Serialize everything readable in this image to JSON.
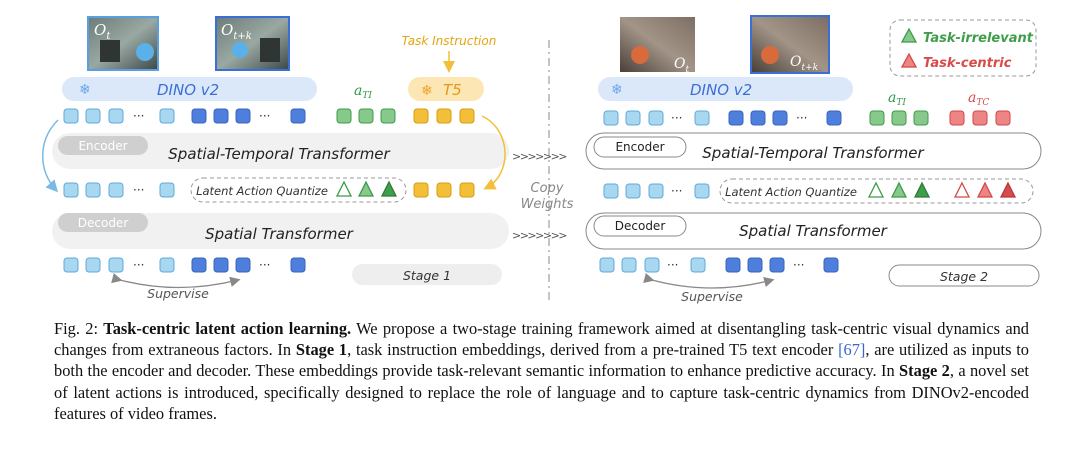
{
  "figure": {
    "left": {
      "obs_t": "O",
      "obs_t_sub": "t",
      "obs_tk_sub": "t+k",
      "dino_label": "DINO v2",
      "a_ti": "a",
      "a_ti_sub": "TI",
      "t5_label": "T5",
      "task_instruction": "Task Instruction",
      "encoder_tag": "Encoder",
      "encoder_name": "Spatial-Temporal Transformer",
      "laq_label": "Latent Action Quantize",
      "decoder_tag": "Decoder",
      "decoder_name": "Spatial Transformer",
      "supervise": "Supervise",
      "stage": "Stage 1"
    },
    "middle": {
      "copy_line1": "Copy",
      "copy_line2": "Weights"
    },
    "right": {
      "dino_label": "DINO v2",
      "a_ti": "a",
      "a_ti_sub": "TI",
      "a_tc": "a",
      "a_tc_sub": "TC",
      "encoder_tag": "Encoder",
      "encoder_name": "Spatial-Temporal Transformer",
      "laq_label": "Latent Action Quantize",
      "decoder_tag": "Decoder",
      "decoder_name": "Spatial Transformer",
      "supervise": "Supervise",
      "stage": "Stage 2"
    },
    "legend": {
      "irrelevant": "Task-irrelevant",
      "centric": "Task-centric"
    },
    "colors": {
      "dark_blue": "#4f7fdc",
      "light_blue": "#a8d8f0",
      "green": "#86c98a",
      "yellow": "#f3be38",
      "red": "#ee8585"
    }
  },
  "caption": {
    "fig_label": "Fig. 2:",
    "title": "Task-centric latent action learning.",
    "p1": " We propose a two-stage training framework aimed at disentangling task-centric visual dynamics and changes from extraneous factors. In ",
    "stage1": "Stage 1",
    "p2": ", task instruction embeddings, derived from a pre-trained T5 text encoder ",
    "cite": "[67]",
    "p3": ", are utilized as inputs to both the encoder and decoder. These embeddings provide task-relevant semantic information to enhance predictive accuracy. In ",
    "stage2": "Stage 2",
    "p4": ", a novel set of latent actions is introduced, specifically designed to replace the role of language and to capture task-centric dynamics from DINOv2-encoded features of video frames."
  }
}
